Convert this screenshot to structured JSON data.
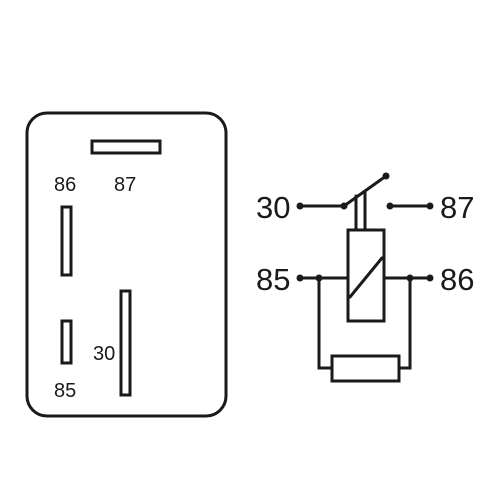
{
  "relay_footprint": {
    "pins": {
      "p86": "86",
      "p87": "87",
      "p30": "30",
      "p85": "85"
    }
  },
  "relay_schematic": {
    "terminals": {
      "t30": "30",
      "t87": "87",
      "t85": "85",
      "t86": "86"
    }
  },
  "colors": {
    "stroke": "#1a1a1a",
    "background": "#ffffff"
  }
}
